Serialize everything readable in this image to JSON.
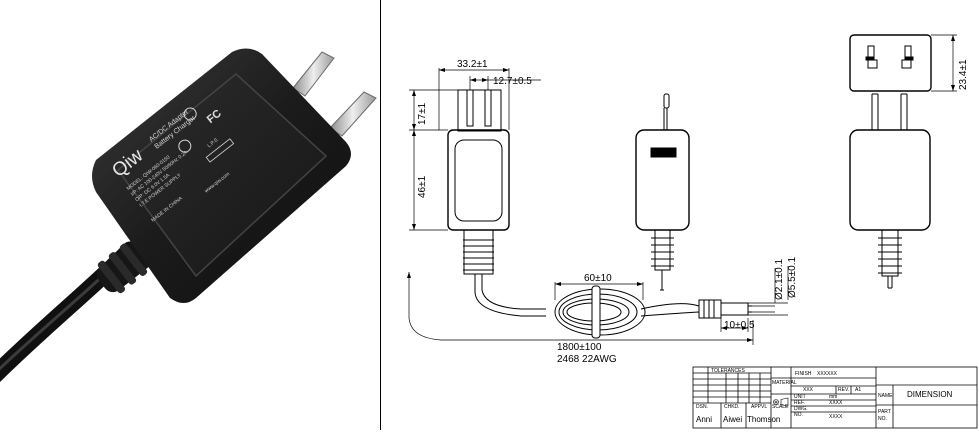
{
  "photo": {
    "brand": "Qiw",
    "line1": "AC/DC Adapter",
    "line2": "Battery Charger",
    "model_line": "MODEL: QIW-060-0150",
    "input_line": "I/P: AC 100-240V 50/60Hz 0.2A",
    "output_line": "O/P: DC 6.0V 1.5A",
    "power_line": "I.T.E POWER SUPPLY",
    "made_in": "MADE IN CHINA",
    "website": "www.qiw.com",
    "lps": "L.P.S",
    "cert_fc": "FC"
  },
  "dimensions": {
    "width": "33.2±1",
    "pin_spacing": "12.7±0.5",
    "pin_length": "17±1",
    "body_height": "46±1",
    "depth": "23.4±1",
    "coil_length": "60±10",
    "cable_length": "1800±100",
    "cable_spec": "2468  22AWG",
    "plug_tip": "10±0.5",
    "inner_dia": "Ø2.1±0.1",
    "outer_dia": "Ø5.5±0.1"
  },
  "title_block": {
    "tolerances_label": "TOLERANCES",
    "finish_label": "FINISH",
    "finish_value": "XXXXXX",
    "material_label": "MATERIAL",
    "material_value": "XXX",
    "rev_label": "REV.",
    "rev_value": "A1",
    "unit_label": "UNIT",
    "unit_value": "mm",
    "ref_label": "REF.",
    "ref_value": "XXXX",
    "dwg_label": "DWG.",
    "dwg_no_label": "NO.",
    "dwg_value": "XXXX",
    "scale_label": "SCALE",
    "dsn_label": "DSN.",
    "chkd_label": "CHKD.",
    "appvl_label": "APPVL",
    "dsn_value": "Anni",
    "chkd_value": "Aiwei",
    "appvl_value": "Thomson",
    "name_label": "NAME",
    "name_value": "DIMENSION",
    "part_label": "PART",
    "part_no_label": "NO."
  }
}
